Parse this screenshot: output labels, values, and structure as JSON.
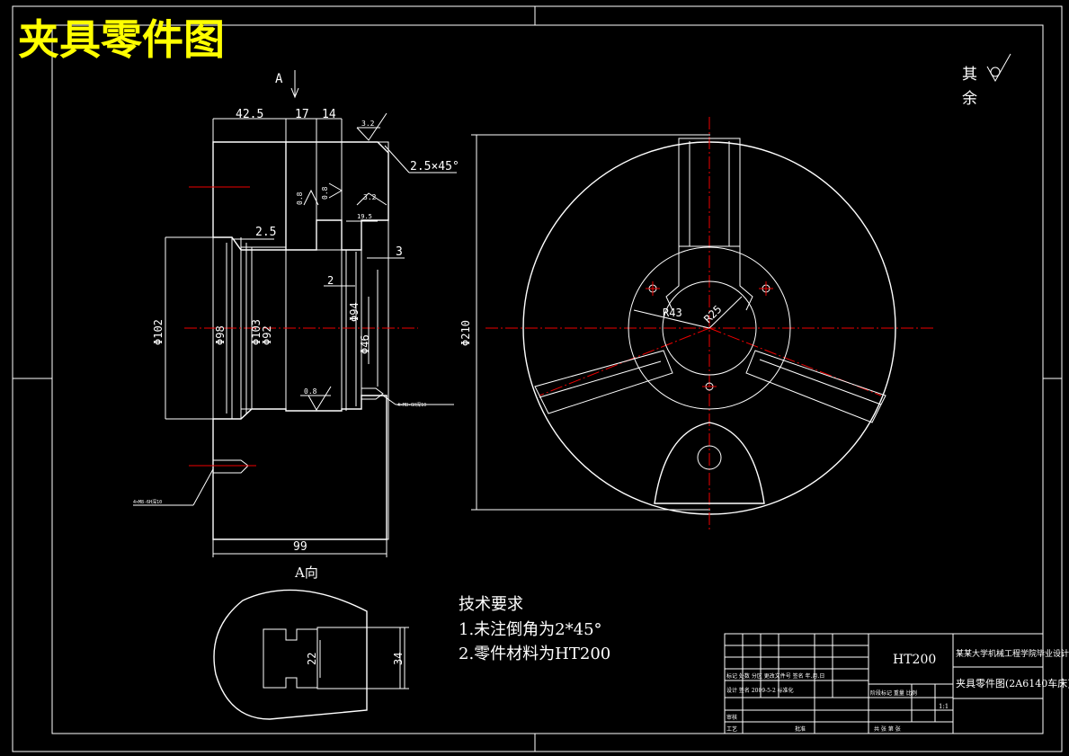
{
  "title": "夹具零件图",
  "view_label_top": "A",
  "view_label_bottom": "A向",
  "roughness_other": "其余",
  "dims": {
    "d42_5": "42.5",
    "d17": "17",
    "d14": "14",
    "r3_2a": "3.2",
    "chamfer": "2.5×45°",
    "r0_8a": "0.8",
    "r0_8b": "0.8",
    "r3_2b": "3.2",
    "d19_5": "19.5",
    "d2_5": "2.5",
    "d3": "3",
    "d2": "2",
    "phi102": "Φ102",
    "phi98": "Φ98",
    "phi103": "Φ103",
    "phi92": "Φ92",
    "phi94": "Φ94",
    "phi46": "Φ46",
    "r0_8c": "0.8",
    "thread_r": "4×M8-6H深10",
    "thread_l": "4×M8-6H深10",
    "d99": "99",
    "phi210": "Φ210",
    "r43": "R43",
    "r25": "R25",
    "d22": "22",
    "d34": "34"
  },
  "tech": {
    "heading": "技术要求",
    "item1": "1.未注倒角为2*45°",
    "item2": "2.零件材料为HT200"
  },
  "titleblock": {
    "material": "HT200",
    "school": "某某大学机械工程学院毕业设计",
    "drawing_name": "夹具零件图(2A6140车床)",
    "row1": "标记  处数  分区  更改文件号  签名  年.月.日",
    "row2": "设计  签名  2009-5-2  标准化",
    "row3": "阶段标记    重量  比例",
    "scale": "1:1",
    "row4a": "审核",
    "row5a": "工艺",
    "row5b": "批准",
    "row5c": "共 张  第 张"
  }
}
